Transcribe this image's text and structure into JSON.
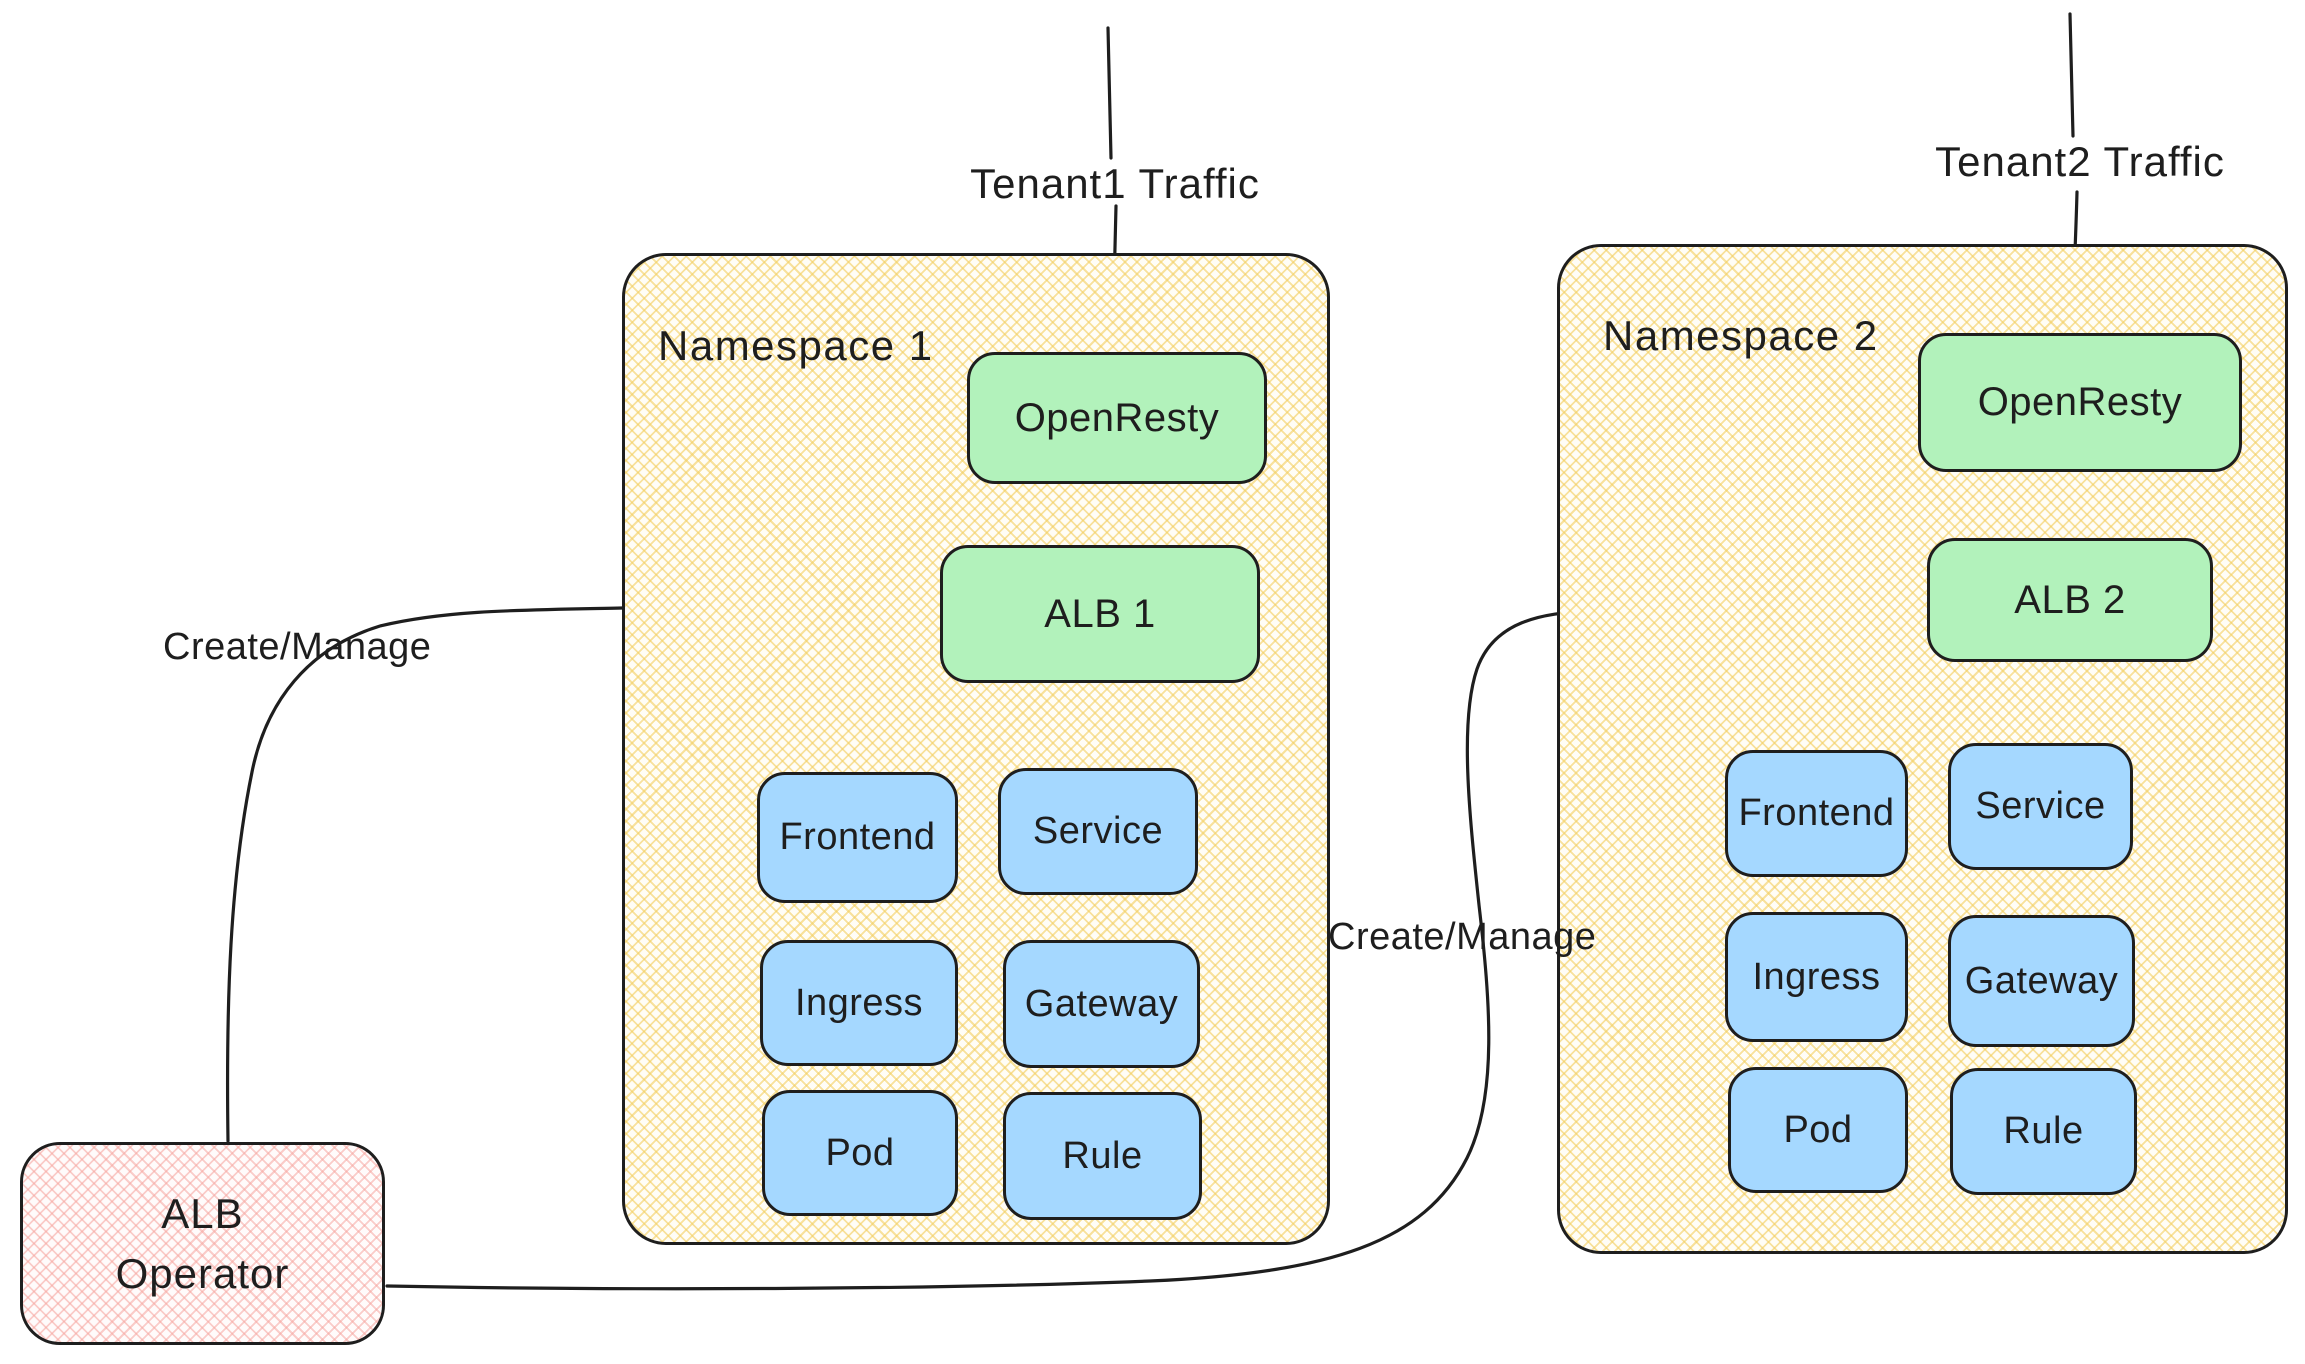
{
  "diagram_type": "excalidraw-style architecture diagram",
  "labels": {
    "tenant1_traffic": "Tenant1 Traffic",
    "tenant2_traffic": "Tenant2 Traffic",
    "create_manage_left": "Create/Manage",
    "create_manage_right": "Create/Manage"
  },
  "namespace1": {
    "title": "Namespace 1",
    "openresty": "OpenResty",
    "alb": "ALB 1",
    "resources": [
      "Frontend",
      "Service",
      "Ingress",
      "Gateway",
      "Pod",
      "Rule"
    ]
  },
  "namespace2": {
    "title": "Namespace 2",
    "openresty": "OpenResty",
    "alb": "ALB 2",
    "resources": [
      "Frontend",
      "Service",
      "Ingress",
      "Gateway",
      "Pod",
      "Rule"
    ]
  },
  "operator": {
    "line1": "ALB",
    "line2": "Operator"
  },
  "colors": {
    "yellow": "#ffec99",
    "green": "#b2f2bb",
    "blue": "#a5d8ff",
    "pink": "#ffc9c9",
    "stroke": "#1e1e1e"
  }
}
